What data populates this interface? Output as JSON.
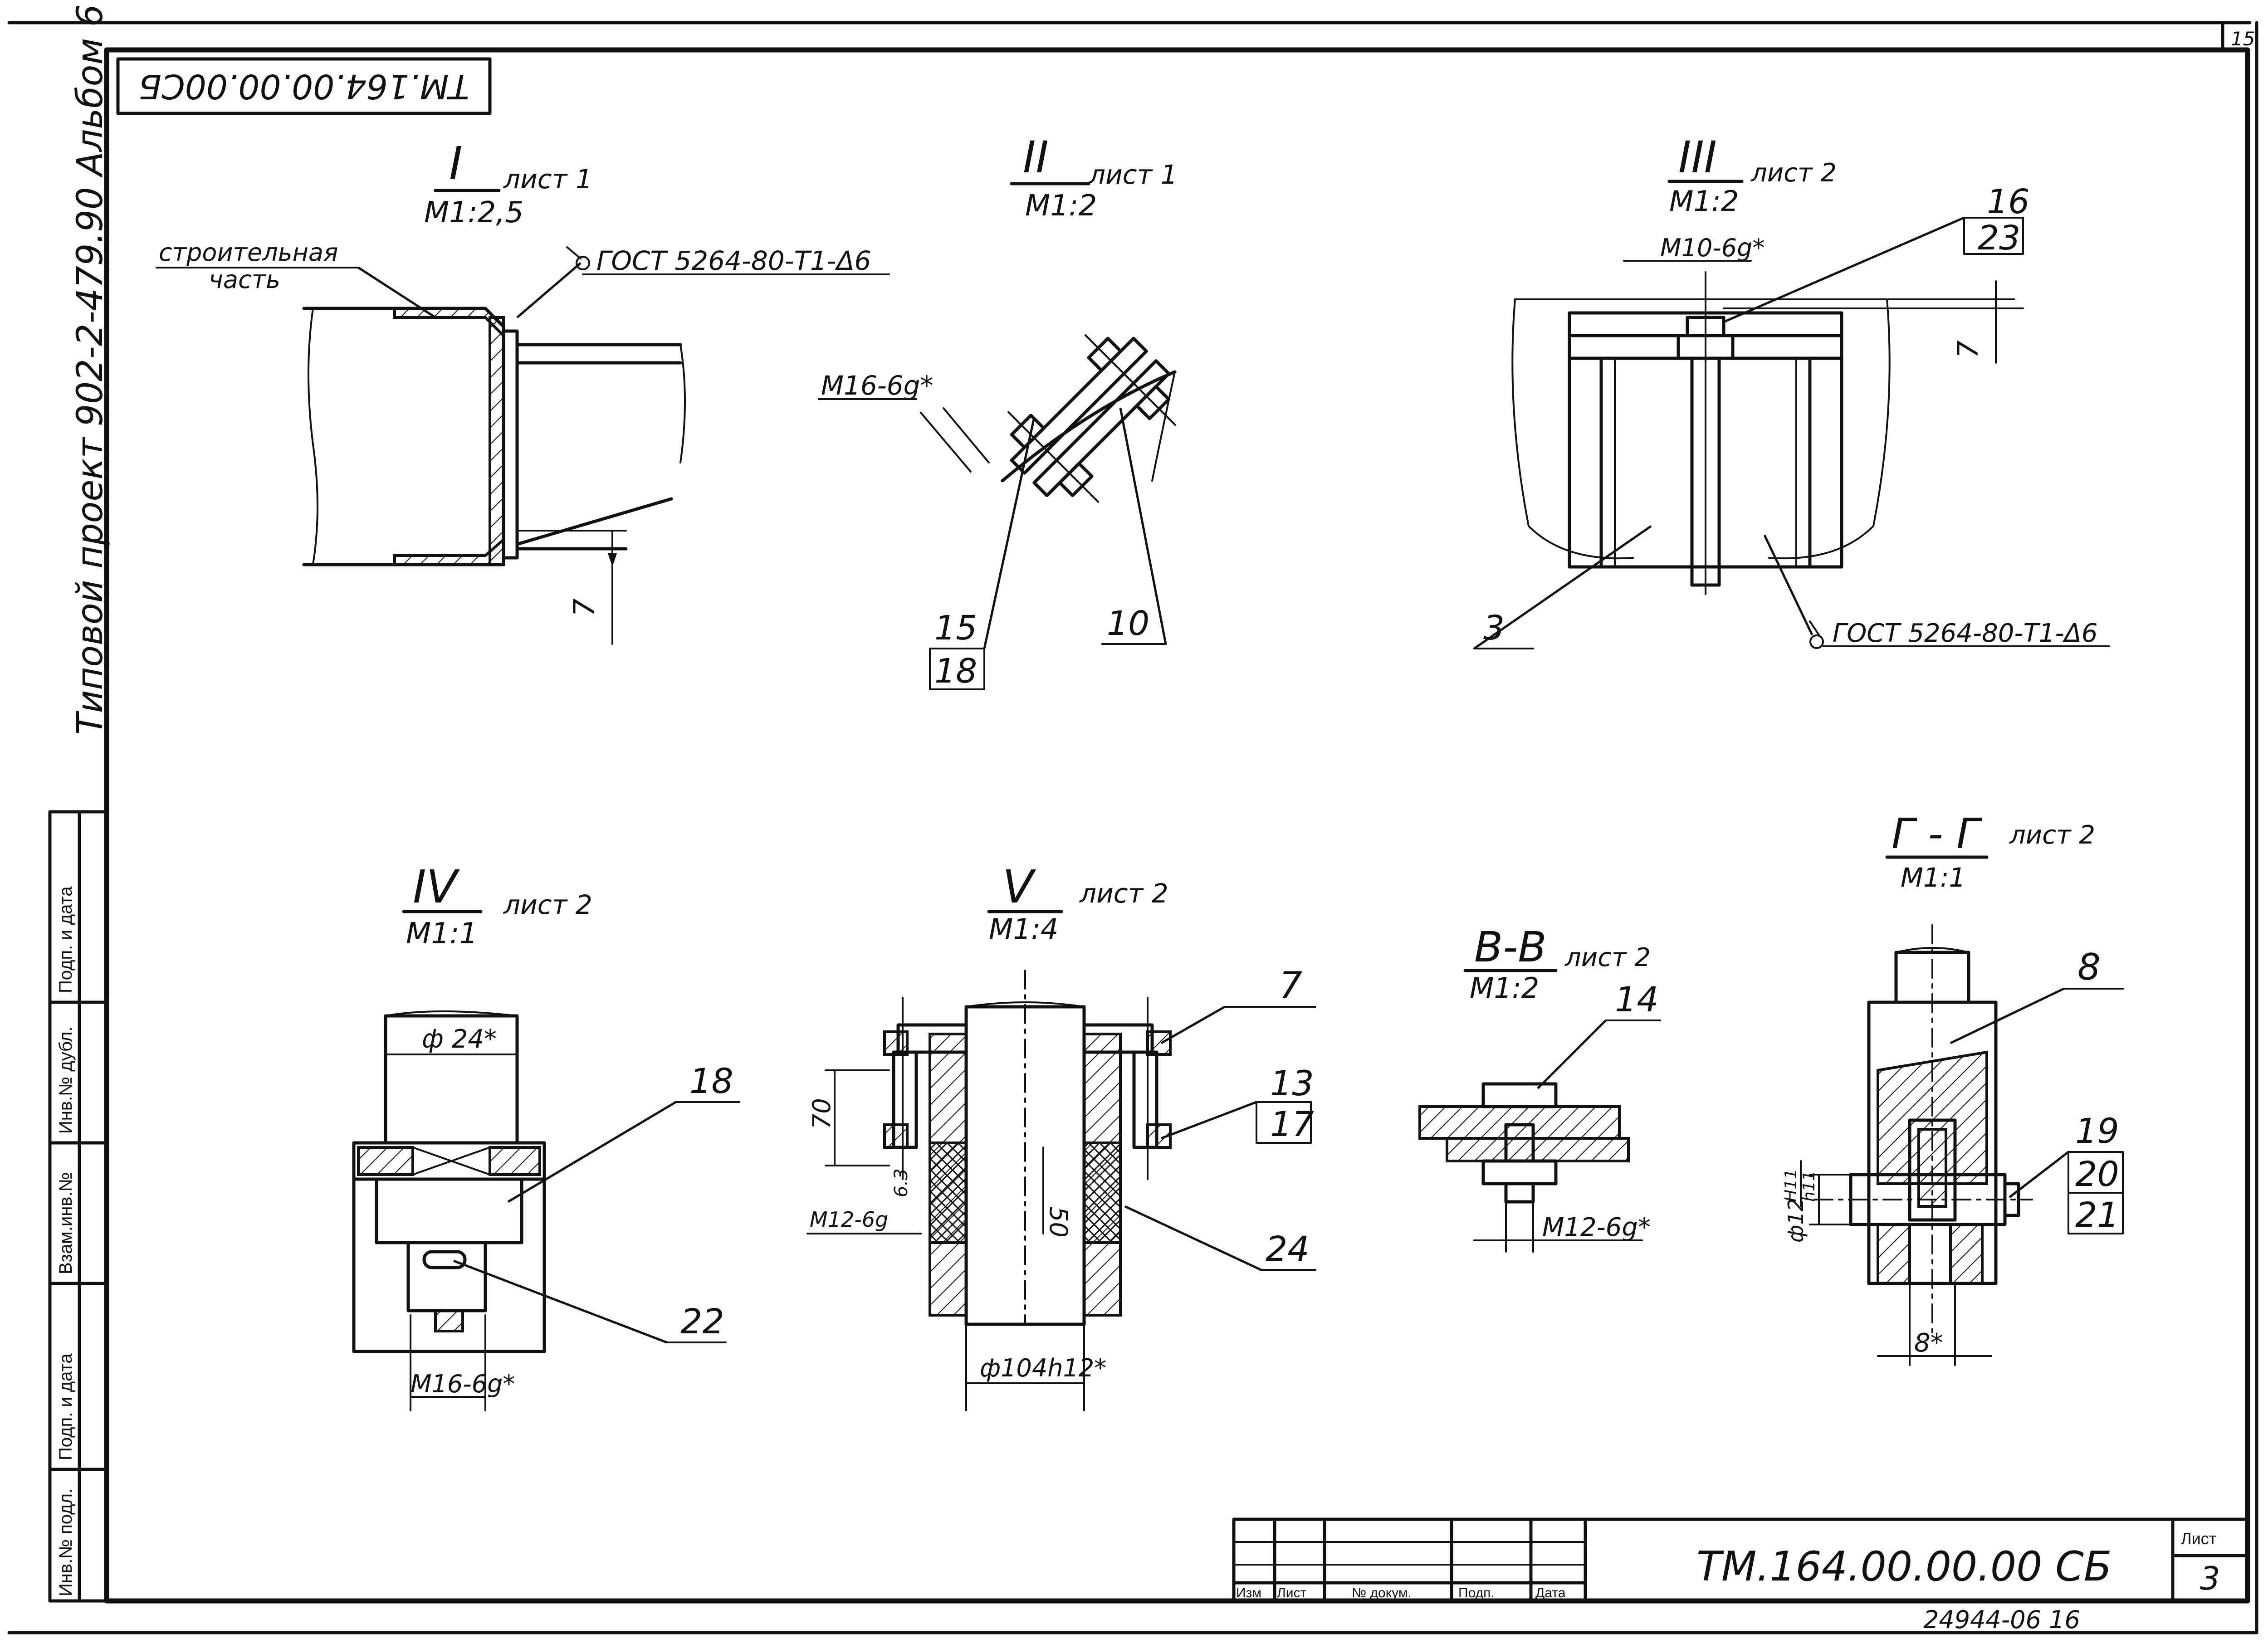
{
  "sheet_corner_number": "15",
  "top_doc_code": "ТМ.164.00.00.00СБ",
  "side_title": "Типовой проект 902-2-479.90 Альбом 6",
  "side_stamp_cells": [
    "Инв.№ подл.",
    "Подп. и дата",
    "Взам.инв.№",
    "Инв.№ дубл.",
    "Подп. и дата"
  ],
  "views": {
    "I": {
      "numeral": "I",
      "sheet": "лист 1",
      "scale": "М1:2,5",
      "notes": {
        "structure": "строительная",
        "structure2": "часть",
        "weld": "ГОСТ 5264-80-Т1-Δ6",
        "dim": "7"
      }
    },
    "II": {
      "numeral": "II",
      "sheet": "лист 1",
      "scale": "М1:2",
      "notes": {
        "thread": "М16-6g*",
        "pos_a": "15",
        "pos_b": "18",
        "pos_c": "10"
      }
    },
    "III": {
      "numeral": "III",
      "sheet": "лист 2",
      "scale": "М1:2",
      "notes": {
        "thread": "М10-6g*",
        "pos_a": "16",
        "pos_b": "23",
        "pos_c": "3",
        "dim": "7",
        "weld": "ГОСТ 5264-80-Т1-Δ6"
      }
    },
    "IV": {
      "numeral": "IV",
      "sheet": "лист 2",
      "scale": "М1:1",
      "notes": {
        "diam": "ф 24*",
        "thread": "М16-6g*",
        "pos_a": "18",
        "pos_b": "22"
      }
    },
    "V": {
      "numeral": "V",
      "sheet": "лист 2",
      "scale": "М1:4",
      "notes": {
        "dim70": "70",
        "dim50": "50",
        "thread": "М12-6g",
        "rough": "6.3",
        "diam": "ф104h12*",
        "pos_a": "7",
        "pos_b": "13",
        "pos_c": "17",
        "pos_d": "24"
      }
    },
    "BB": {
      "numeral": "В-В",
      "sheet": "лист 2",
      "scale": "М1:2",
      "notes": {
        "thread": "М12-6g*",
        "pos_a": "14"
      }
    },
    "GG": {
      "numeral": "Г - Г",
      "sheet": "лист 2",
      "scale": "М1:1",
      "notes": {
        "diam": "ф12",
        "fit_top": "H11",
        "fit_bot": "h11",
        "dim": "8*",
        "pos_a": "8",
        "pos_b": "19",
        "pos_c": "20",
        "pos_d": "21"
      }
    }
  },
  "title_block": {
    "headers": [
      "Изм",
      "Лист",
      "№ докум.",
      "Подп.",
      "Дата"
    ],
    "doc_code": "ТМ.164.00.00.00 СБ",
    "sheet_label": "Лист",
    "sheet_number": "3"
  },
  "bottom_code": "24944-06 16"
}
